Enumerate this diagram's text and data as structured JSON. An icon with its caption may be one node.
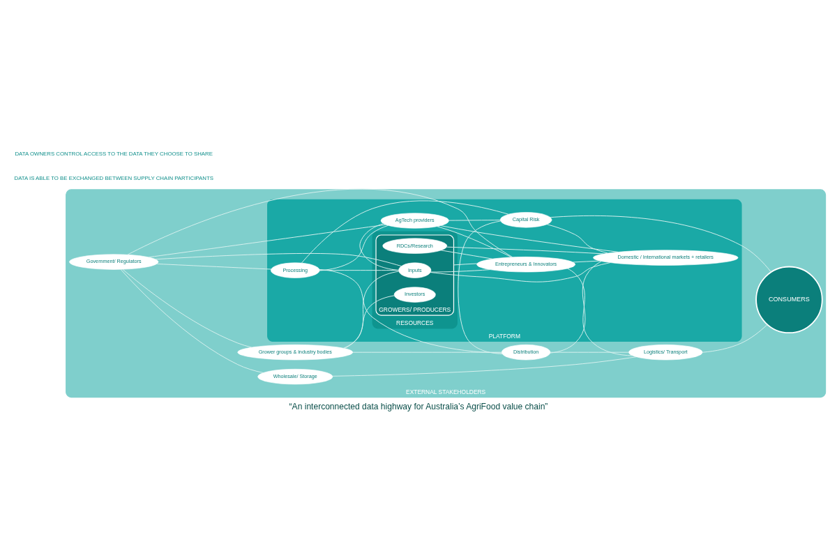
{
  "diagram": {
    "caption": "“An interconnected data highway for Australia’s AgriFood value chain”",
    "nodes": [
      {
        "text": [
          "EXTERNAL STAKEHOLDERS"
        ]
      },
      {
        "text": [
          "PLATFORM"
        ],
        "in": 0
      },
      {
        "text": [
          "RESOURCES"
        ],
        "in": 1
      },
      {
        "text": [
          "GROWERS/ PRODUCERS"
        ],
        "in": 2
      },
      {
        "text": [
          "CONSUMERS"
        ],
        "in": 0
      },
      {
        "text": [
          "Government/ Regulators"
        ],
        "in": 0
      },
      {
        "text": [
          "Wholesale/ Storage"
        ],
        "in": 0
      },
      {
        "text": [
          "Grower groups & industry bodies"
        ],
        "in": 0
      },
      {
        "text": [
          "Processing"
        ],
        "in": 1
      },
      {
        "text": [
          "AgTech providers"
        ],
        "in": 1
      },
      {
        "text": [
          "Inputs"
        ],
        "in": 3
      },
      {
        "text": [
          "Capital Risk"
        ],
        "in": 1
      },
      {
        "text": [
          "Distribution"
        ],
        "in": 0
      },
      {
        "text": [
          "Logistics/ Transport"
        ],
        "in": 0
      },
      {
        "text": [
          "Entrepreneurs & Innovators"
        ],
        "in": 1
      },
      {
        "text": [
          "Investors"
        ],
        "in": 3
      },
      {
        "text": [
          "RDCs/Research"
        ],
        "in": 3
      },
      {
        "text": [
          "Domestic / International markets + retailers"
        ],
        "in": 1
      }
    ],
    "edges": [
      {
        "from": 5,
        "to": 6,
        "arrow": "none"
      },
      {
        "from": 5,
        "to": 7,
        "arrow": "none"
      },
      {
        "from": 5,
        "to": 8,
        "arrow": "none"
      },
      {
        "from": 5,
        "to": 10,
        "arrow": "none"
      },
      {
        "from": 5,
        "to": 9,
        "arrow": "none"
      },
      {
        "from": 5,
        "to": 14,
        "arrow": "none"
      },
      {
        "from": 6,
        "to": 13,
        "arrow": "none"
      },
      {
        "from": 7,
        "to": 10,
        "arrow": "none"
      },
      {
        "from": 7,
        "to": 15,
        "arrow": "none"
      },
      {
        "from": 7,
        "to": 12,
        "arrow": "none"
      },
      {
        "from": 8,
        "to": 9,
        "arrow": "none"
      },
      {
        "from": 8,
        "to": 10,
        "arrow": "none"
      },
      {
        "from": 8,
        "to": 11,
        "arrow": "none"
      },
      {
        "from": 8,
        "to": 12,
        "arrow": "none"
      },
      {
        "from": 10,
        "to": 9,
        "arrow": "none"
      },
      {
        "from": 10,
        "to": 14,
        "arrow": "none"
      },
      {
        "from": 10,
        "to": 17,
        "arrow": "none"
      },
      {
        "from": 9,
        "to": 11,
        "arrow": "none"
      },
      {
        "from": 9,
        "to": 14,
        "arrow": "none"
      },
      {
        "from": 9,
        "to": 17,
        "arrow": "none"
      },
      {
        "from": 11,
        "to": 12,
        "arrow": "none"
      },
      {
        "from": 11,
        "to": 17,
        "arrow": "none"
      },
      {
        "from": 11,
        "to": 4,
        "arrow": "none"
      },
      {
        "from": 12,
        "to": 13,
        "arrow": "none"
      },
      {
        "from": 12,
        "to": 17,
        "arrow": "none"
      },
      {
        "from": 14,
        "to": 13,
        "arrow": "none"
      },
      {
        "from": 14,
        "to": 17,
        "arrow": "none"
      },
      {
        "from": 14,
        "to": 16,
        "arrow": "none"
      },
      {
        "from": 16,
        "to": 17,
        "arrow": "none"
      },
      {
        "from": 13,
        "to": 4,
        "arrow": "none"
      },
      {
        "from": 3,
        "to": 14,
        "arrow": "none"
      }
    ],
    "labels": [
      "DATA IS ABLE TO BE EXCHANGED BETWEEN SUPPLY CHAIN PARTICIPANTS",
      "DATA OWNERS CONTROL ACCESS TO THE DATA THEY CHOOSE TO SHARE"
    ]
  }
}
